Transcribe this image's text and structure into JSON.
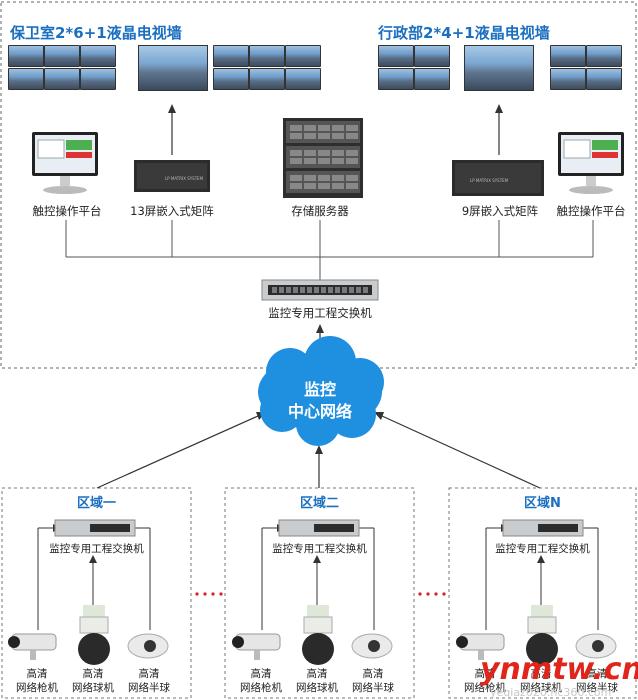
{
  "top": {
    "left_wall_title": "保卫室2*6+1液晶电视墙",
    "right_wall_title": "行政部2*4+1液晶电视墙",
    "left_console_label": "触控操作平台",
    "left_matrix_label": "13屏嵌入式矩阵",
    "storage_label": "存储服务器",
    "right_matrix_label": "9屏嵌入式矩阵",
    "right_console_label": "触控操作平台",
    "core_switch_label": "监控专用工程交换机"
  },
  "cloud": {
    "line1": "监控",
    "line2": "中心网络"
  },
  "zones": [
    {
      "title": "区域一",
      "switch_label": "监控专用工程交换机",
      "cameras": [
        {
          "line1": "高清",
          "line2": "网络枪机"
        },
        {
          "line1": "高清",
          "line2": "网络球机"
        },
        {
          "line1": "高清",
          "line2": "网络半球"
        }
      ]
    },
    {
      "title": "区域二",
      "switch_label": "监控专用工程交换机",
      "cameras": [
        {
          "line1": "高清",
          "line2": "网络枪机"
        },
        {
          "line1": "高清",
          "line2": "网络球机"
        },
        {
          "line1": "高清",
          "line2": "网络半球"
        }
      ]
    },
    {
      "title": "区域N",
      "switch_label": "监控专用工程交换机",
      "cameras": [
        {
          "line1": "高清",
          "line2": "网络枪机"
        },
        {
          "line1": "高清",
          "line2": "网络球机"
        },
        {
          "line1": "高清",
          "line2": "网络半球"
        }
      ]
    }
  ],
  "watermark": {
    "text": "ynmtw.cn",
    "sub": "yeqiaz020.hc360.com"
  },
  "colors": {
    "title_blue": "#1a6fc0",
    "cloud_blue": "#1f8fe0",
    "dots_red": "#d8202a"
  }
}
